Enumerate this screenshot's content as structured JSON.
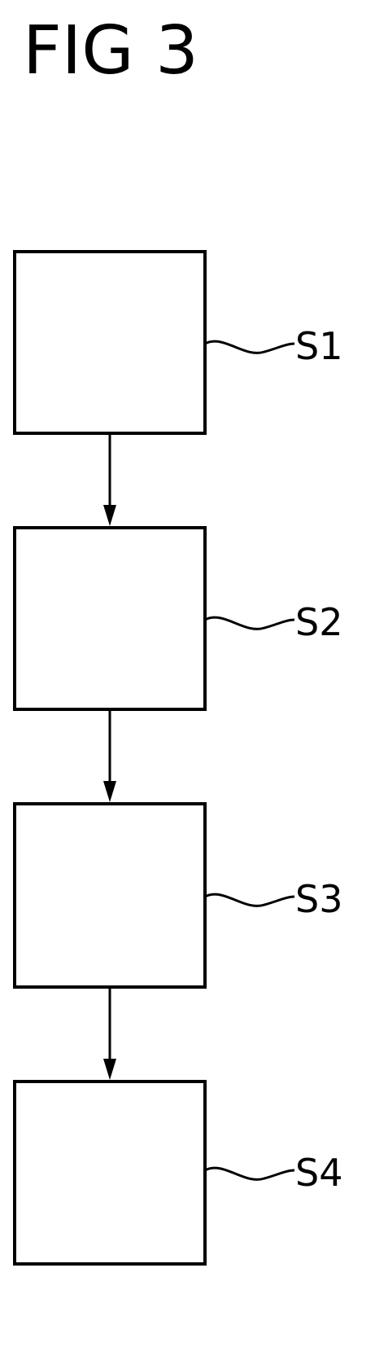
{
  "figure": {
    "title": "FIG  3"
  },
  "steps": [
    {
      "label": "S1"
    },
    {
      "label": "S2"
    },
    {
      "label": "S3"
    },
    {
      "label": "S4"
    }
  ]
}
